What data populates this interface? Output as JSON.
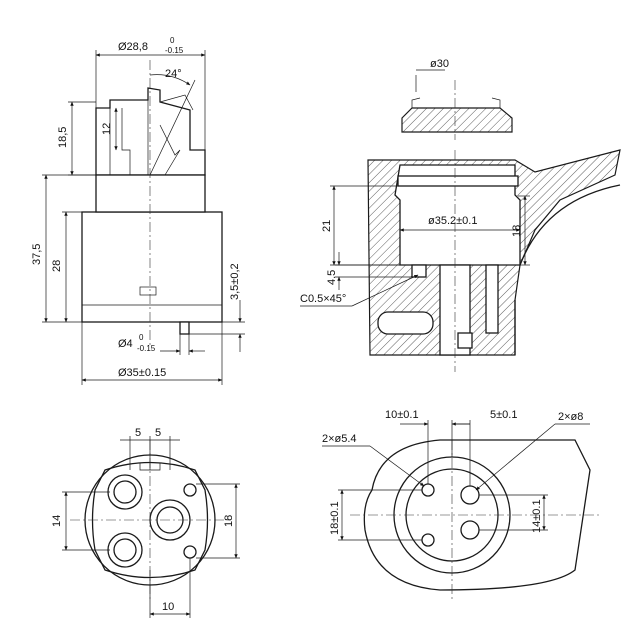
{
  "side_view": {
    "dia_top": "Ø28,8",
    "dia_top_tol_up": "0",
    "dia_top_tol_dn": "-0.15",
    "angle": "24°",
    "h_upper": "18,5",
    "h_lever": "12",
    "h_total": "37,5",
    "h_body": "28",
    "h_pin": "3,5±0,2",
    "dia_pin": "Ø4",
    "dia_pin_tol_up": "0",
    "dia_pin_tol_dn": "-0.15",
    "dia_body": "Ø35±0.15"
  },
  "section_view": {
    "dia_top": "ø30",
    "bore": "ø35.2±0.1",
    "h_21": "21",
    "h_18": "18",
    "h_45": "4.5",
    "chamfer": "C0.5×45°"
  },
  "bottom_view": {
    "spacing_a": "5",
    "spacing_b": "5",
    "h_14": "14",
    "h_18": "18",
    "w_10": "10"
  },
  "seat_view": {
    "dim_10": "10±0.1",
    "dim_5": "5±0.1",
    "holes_large": "2×ø8",
    "holes_small": "2×ø5.4",
    "dim_18": "18±0.1",
    "dim_14": "14±0.1"
  }
}
